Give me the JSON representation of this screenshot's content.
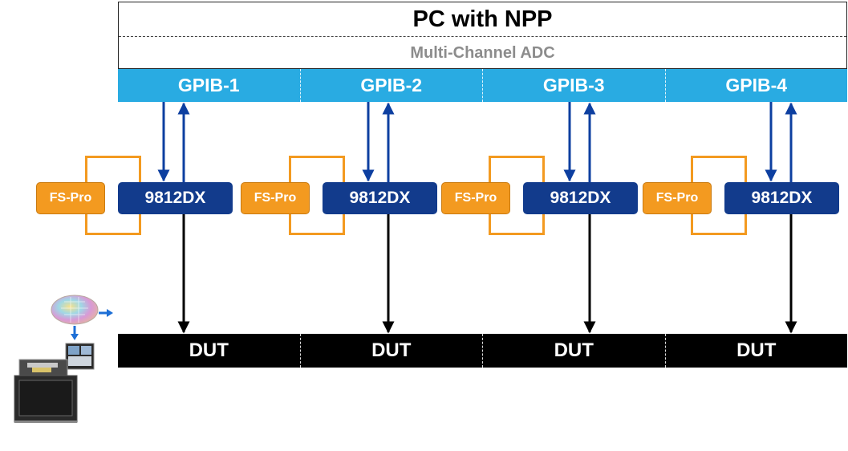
{
  "pc": {
    "title": "PC with NPP",
    "subtitle": "Multi-Channel ADC"
  },
  "gpib": [
    "GPIB-1",
    "GPIB-2",
    "GPIB-3",
    "GPIB-4"
  ],
  "channels": [
    {
      "fs_label": "FS-Pro",
      "dx_label": "9812DX"
    },
    {
      "fs_label": "FS-Pro",
      "dx_label": "9812DX"
    },
    {
      "fs_label": "FS-Pro",
      "dx_label": "9812DX"
    },
    {
      "fs_label": "FS-Pro",
      "dx_label": "9812DX"
    }
  ],
  "dut": [
    "DUT",
    "DUT",
    "DUT",
    "DUT"
  ],
  "colors": {
    "gpib_bar": "#29abe2",
    "instrument": "#123b8c",
    "fs_pro": "#f39a20",
    "dut_bar": "#000000",
    "arrow_blue": "#0d3fa0"
  },
  "icons": {
    "wafer": "wafer-icon",
    "prober": "wafer-prober-station-icon"
  }
}
